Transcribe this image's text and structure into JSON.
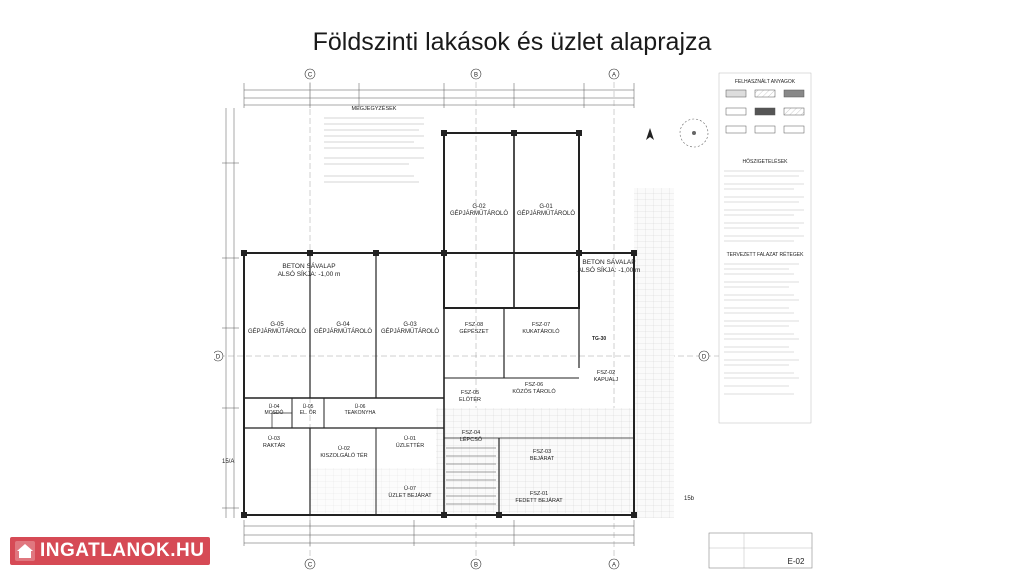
{
  "title": "Földszinti lakások és üzlet alaprajza",
  "logo_text": "INGATLANOK.HU",
  "sheet_number": "E-02",
  "axis_labels": {
    "c": "C",
    "b": "B",
    "a": "A",
    "d": "D",
    "fifteen_a": "15/A",
    "fifteen_b": "15b"
  },
  "rooms": {
    "g02": {
      "code": "G-02",
      "name": "GÉPJÁRMŰTÁROLÓ"
    },
    "g01": {
      "code": "G-01",
      "name": "GÉPJÁRMŰTÁROLÓ"
    },
    "g05": {
      "code": "G-05",
      "name": "GÉPJÁRMŰTÁROLÓ"
    },
    "g04": {
      "code": "G-04",
      "name": "GÉPJÁRMŰTÁROLÓ"
    },
    "g03": {
      "code": "G-03",
      "name": "GÉPJÁRMŰTÁROLÓ"
    },
    "fsz08": {
      "code": "FSZ-08",
      "name": "GÉPÉSZET"
    },
    "fsz07": {
      "code": "FSZ-07",
      "name": "KUKATÁROLÓ"
    },
    "fsz05": {
      "code": "FSZ-05",
      "name": "ELŐTÉR"
    },
    "fsz06": {
      "code": "FSZ-06",
      "name": "KÖZÖS TÁROLÓ"
    },
    "fsz02": {
      "code": "FSZ-02",
      "name": "KAPUALJ"
    },
    "fsz04": {
      "code": "FSZ-04",
      "name": "LÉPCSŐ"
    },
    "fsz03": {
      "code": "FSZ-03",
      "name": "BEJÁRAT"
    },
    "fsz01": {
      "code": "FSZ-01",
      "name": "FEDETT BEJÁRAT"
    },
    "u04": {
      "code": "Ü-04",
      "name": "MOSDÓ"
    },
    "u05": {
      "code": "Ü-05",
      "name": "EL. ŐR"
    },
    "u06": {
      "code": "Ü-06",
      "name": "TEAKONYHA"
    },
    "u03": {
      "code": "Ü-03",
      "name": "RAKTÁR"
    },
    "u02": {
      "code": "Ü-02",
      "name": "KISZOLGÁLÓ TÉR"
    },
    "u01": {
      "code": "Ü-01",
      "name": "ÜZLETTÉR"
    },
    "u07": {
      "code": "Ü-07",
      "name": "ÜZLET BEJÁRAT"
    }
  },
  "notes": {
    "foundation_left_l1": "BETON SÁVALAP",
    "foundation_left_l2": "ALSÓ SÍKJA: -1,00 m",
    "foundation_right_l1": "BETON SÁVALAP",
    "foundation_right_l2": "ALSÓ SÍKJA: -1,00 m",
    "megjegyzesek": "MEGJEGYZÉSEK",
    "tg30": "TG-30"
  },
  "legend": {
    "materials_title": "FELHASZNÁLT ANYAGOK",
    "insulation_title": "HŐSZIGETELÉSEK",
    "layers_title": "TERVEZETT FALAZAT RÉTEGEK"
  }
}
